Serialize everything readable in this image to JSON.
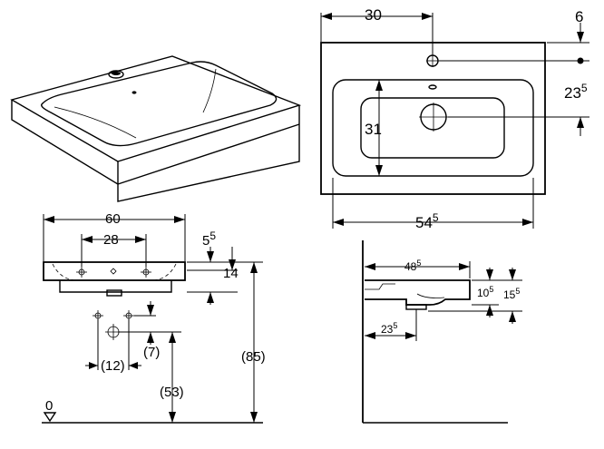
{
  "dimensions": {
    "top_30": "30",
    "top_6": "6",
    "top_23_5": "23",
    "top_23_5_sup": "5",
    "top_31": "31",
    "top_54_5": "54",
    "top_54_5_sup": "5",
    "front_60": "60",
    "front_28": "28",
    "front_5_5": "5",
    "front_5_5_sup": "5",
    "front_14": "14",
    "front_7": "(7)",
    "front_12": "(12)",
    "front_53": "(53)",
    "front_85": "(85)",
    "front_zero": "0",
    "side_48_5": "48",
    "side_48_5_sup": "5",
    "side_10_5": "10",
    "side_10_5_sup": "5",
    "side_15_5": "15",
    "side_15_5_sup": "5",
    "side_23_5": "23",
    "side_23_5_sup": "5"
  }
}
